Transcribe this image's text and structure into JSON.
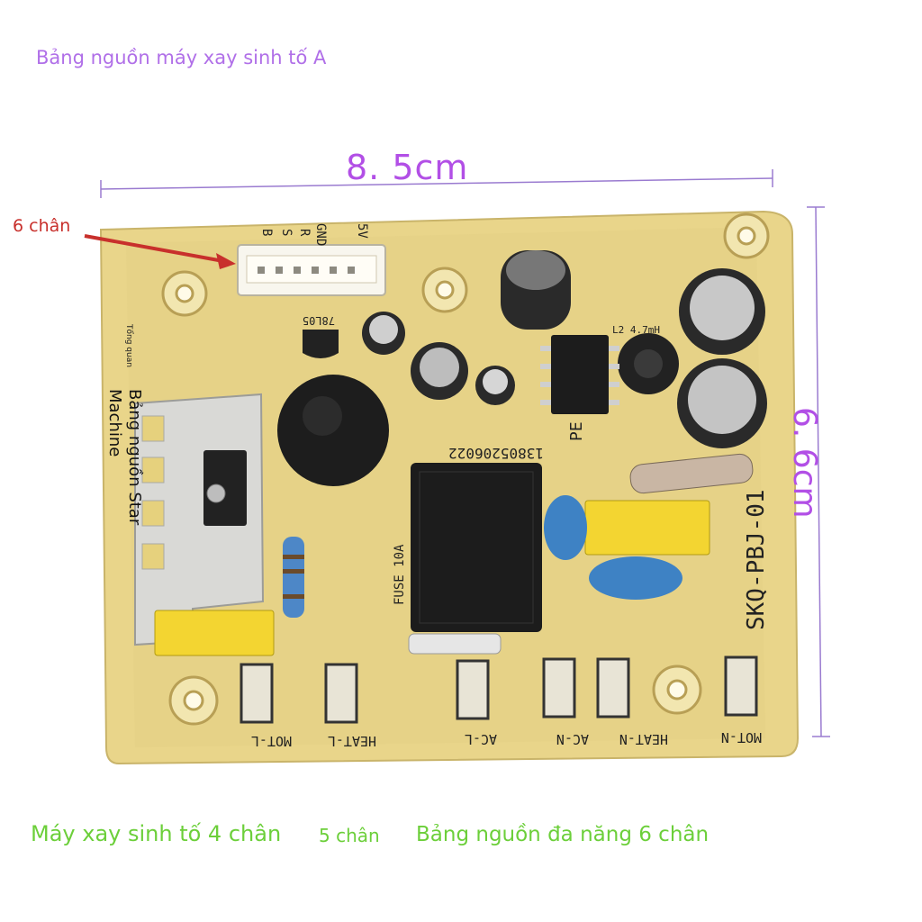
{
  "title": "Bảng nguồn máy xay sinh tố A",
  "dimensions": {
    "width": "8. 5cm",
    "height": "6. 6cm"
  },
  "pin_callout": "6 chân",
  "watermark": {
    "small": "Tổng quan",
    "line1": "Bảng nguồn Star",
    "line2": "Machine"
  },
  "captions": {
    "four_pin": "Máy xay sinh tố 4 chân",
    "five_pin": "5 chân",
    "six_pin": "Bảng nguồn đa năng 6 chân"
  },
  "board": {
    "model": "SKQ-PBJ-01",
    "phone": "13805206022",
    "fuse": "FUSE 10A",
    "inductor": "L2 4.7mH",
    "pe": "PE",
    "ic": "78L05",
    "terminals": [
      "MOT-L",
      "HEAT-L",
      "AC-L",
      "AC-N",
      "HEAT-N",
      "MOT-N"
    ],
    "header_pins": [
      "B",
      "S",
      "R",
      "GND",
      "5V"
    ],
    "colors": {
      "pcb": "#e9d58a",
      "relay": "#1c1c1c",
      "capacitor": "#2a2a2a",
      "accent": "#b24fe6"
    }
  }
}
